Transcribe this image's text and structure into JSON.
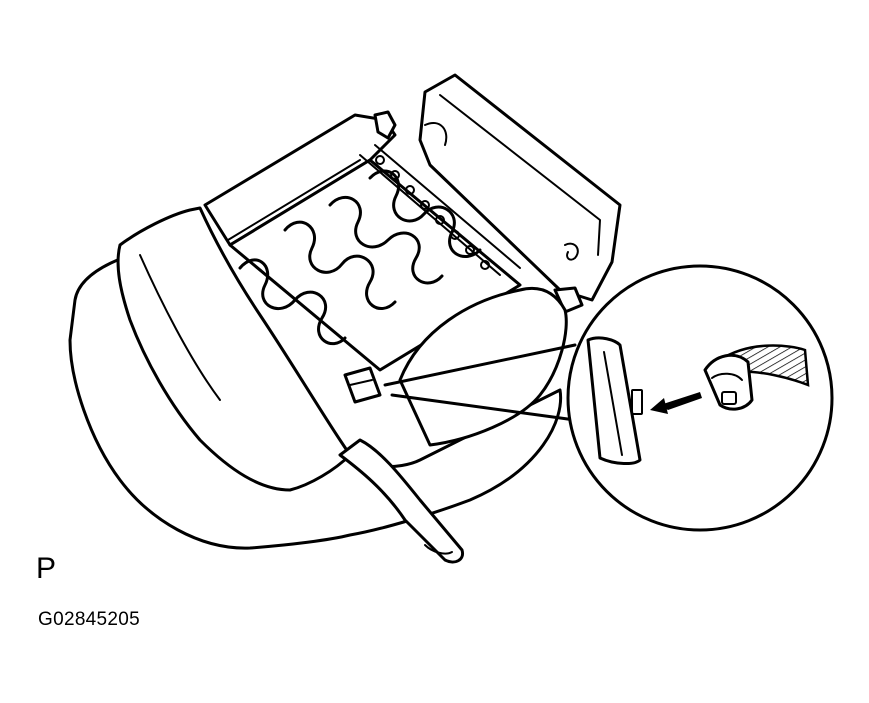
{
  "figure": {
    "panel_letter": "P",
    "figure_code": "G02845205"
  },
  "icons": {
    "seat": "seat-cushion-illustration",
    "callout": "magnified-hog-ring-callout",
    "arrow": "insert-direction-arrow"
  }
}
